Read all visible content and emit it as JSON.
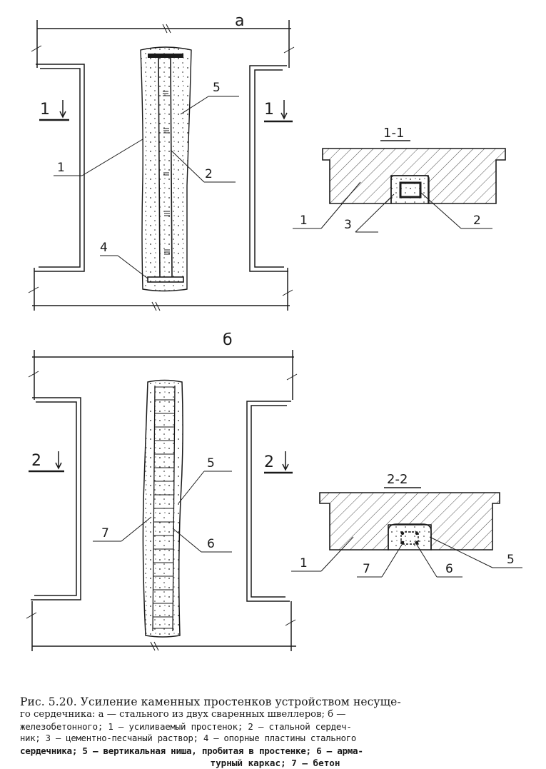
{
  "figure": {
    "view_a": {
      "letter": "а",
      "section_mark_left": "1",
      "section_mark_right": "1",
      "callouts": [
        "1",
        "2",
        "4",
        "5"
      ]
    },
    "view_b": {
      "letter": "б",
      "section_mark_left": "2",
      "section_mark_right": "2",
      "callouts": [
        "5",
        "6",
        "7"
      ]
    },
    "section_1": {
      "title": "1-1",
      "callouts": [
        "1",
        "3",
        "2"
      ]
    },
    "section_2": {
      "title": "2-2",
      "callouts": [
        "1",
        "7",
        "6",
        "5"
      ]
    }
  },
  "caption": {
    "line1": "Рис. 5.20. Усиление каменных простенков устройством несуще-",
    "line2": "го сердечника: а — стального из двух сваренных швеллеров; б —",
    "line3": "железобетонного; 1 — усиливаемый простенок; 2 — стальной сердеч-",
    "line4": "ник; 3 — цементно-песчаный раствор; 4 — опорные пластины стального",
    "line5": "сердечника; 5 — вертикальная ниша, пробитая в простенке; 6 — арма-",
    "line6": "турный каркас; 7 — бетон"
  }
}
